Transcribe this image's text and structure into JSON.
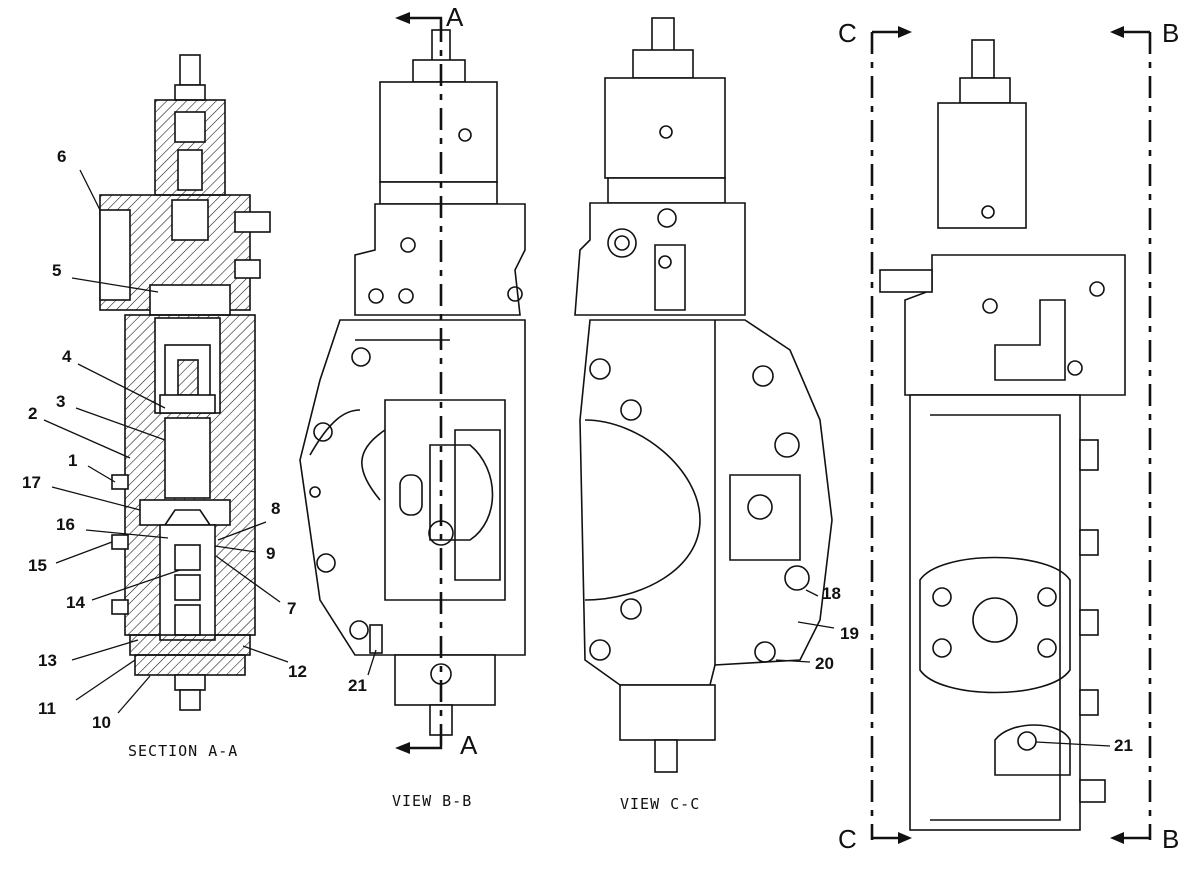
{
  "captions": {
    "section_aa": "SECTION A-A",
    "view_bb": "VIEW B-B",
    "view_cc": "VIEW C-C"
  },
  "section_markers": {
    "a_top": "A",
    "a_bottom": "A",
    "b_top": "B",
    "b_bottom": "B",
    "c_top": "C",
    "c_bottom": "C"
  },
  "callouts": {
    "c1": "1",
    "c2": "2",
    "c3": "3",
    "c4": "4",
    "c5": "5",
    "c6": "6",
    "c7": "7",
    "c8": "8",
    "c9": "9",
    "c10": "10",
    "c11": "11",
    "c12": "12",
    "c13": "13",
    "c14": "14",
    "c15": "15",
    "c16": "16",
    "c17": "17",
    "c18": "18",
    "c19": "19",
    "c20": "20",
    "c21a": "21",
    "c21b": "21"
  }
}
